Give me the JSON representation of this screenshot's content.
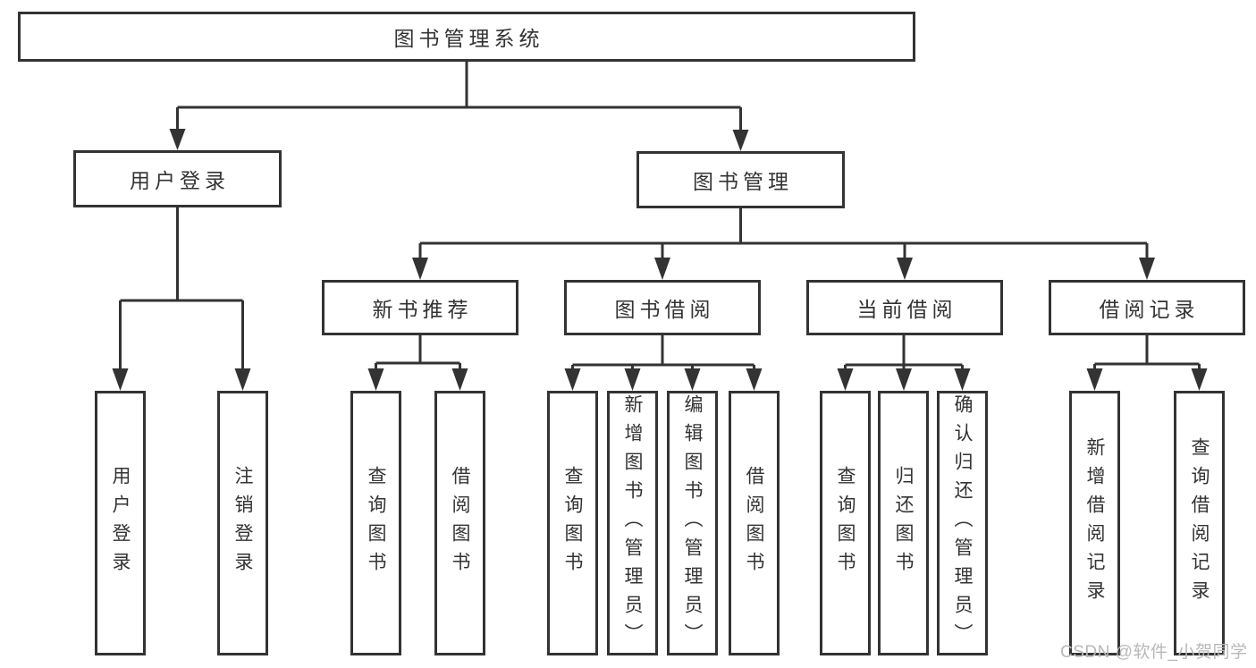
{
  "diagram": {
    "root": {
      "label": "图书管理系统"
    },
    "branches": [
      {
        "label": "用户登录",
        "children": [
          {
            "label": "用户登录"
          },
          {
            "label": "注销登录"
          }
        ]
      },
      {
        "label": "图书管理",
        "children": [
          {
            "label": "新书推荐",
            "children": [
              {
                "label": "查询图书"
              },
              {
                "label": "借阅图书"
              }
            ]
          },
          {
            "label": "图书借阅",
            "children": [
              {
                "label": "查询图书"
              },
              {
                "label": "新增图书（管理员）"
              },
              {
                "label": "编辑图书（管理员）"
              },
              {
                "label": "借阅图书"
              }
            ]
          },
          {
            "label": "当前借阅",
            "children": [
              {
                "label": "查询图书"
              },
              {
                "label": "归还图书"
              },
              {
                "label": "确认归还（管理员）"
              }
            ]
          },
          {
            "label": "借阅记录",
            "children": [
              {
                "label": "新增借阅记录"
              },
              {
                "label": "查询借阅记录"
              }
            ]
          }
        ]
      }
    ]
  },
  "watermark": {
    "label": "CSDN @软件_小贺同学"
  },
  "colors": {
    "line": "#333333",
    "text": "#333333",
    "background": "#ffffff",
    "watermark": "#b8b8b8"
  }
}
